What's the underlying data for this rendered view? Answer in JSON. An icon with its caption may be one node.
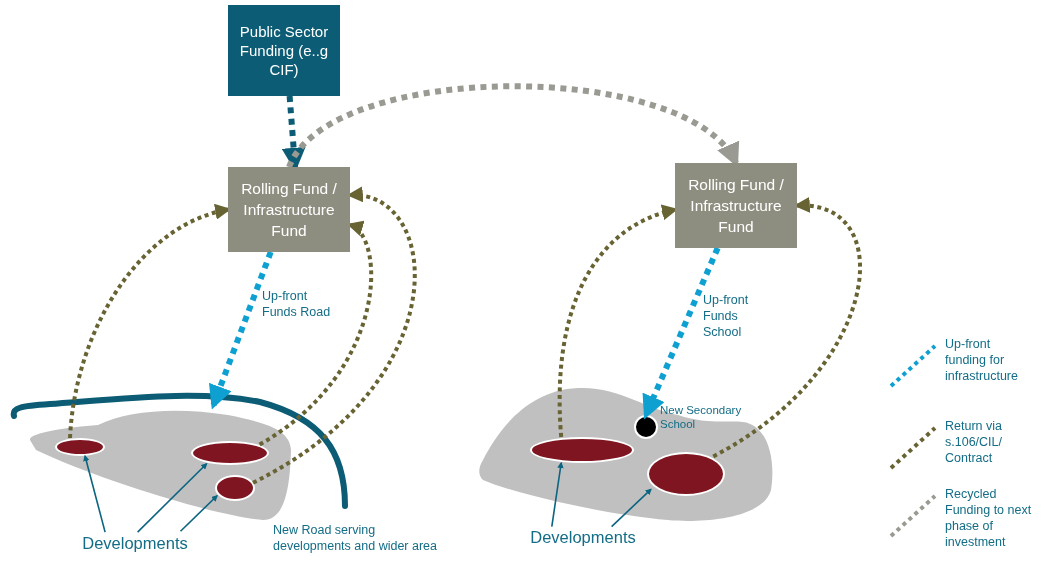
{
  "diagram": {
    "nodes": [
      {
        "text": [
          "Public Sector Funding (e..g CIF)"
        ]
      },
      {
        "text": [
          "Rolling Fund / Infrastructure Fund"
        ]
      },
      {
        "text": [
          "Rolling Fund / Infrastructure Fund"
        ]
      },
      {
        "text": [],
        "shape": "blob"
      },
      {
        "text": [],
        "shape": "ellipse",
        "in": 3
      },
      {
        "text": [],
        "shape": "ellipse",
        "in": 3
      },
      {
        "text": [],
        "shape": "ellipse",
        "in": 3
      },
      {
        "text": [
          "Developments"
        ]
      },
      {
        "text": [],
        "shape": "blob"
      },
      {
        "text": [],
        "shape": "ellipse",
        "in": 8
      },
      {
        "text": [],
        "shape": "circle",
        "in": 8,
        "beside": [
          "New Secondary School"
        ]
      },
      {
        "text": [],
        "shape": "ellipse",
        "in": 8
      },
      {
        "text": [
          "Developments"
        ]
      }
    ],
    "edges": [
      {
        "from": 0,
        "to": 1,
        "arrow": "to",
        "style": "dashed",
        "color": "#0b5c74"
      },
      {
        "from": 1,
        "to": 2,
        "arrow": "to",
        "style": "dashed",
        "color": "#9a9a92"
      },
      {
        "from": 1,
        "to": 3,
        "arrow": "to",
        "style": "dashed",
        "color": "#0fa0d2",
        "label": "Up-front Funds Road"
      },
      {
        "from": 4,
        "to": 1,
        "arrow": "to",
        "style": "dashed",
        "color": "#676333"
      },
      {
        "from": 5,
        "to": 1,
        "arrow": "to",
        "style": "dashed",
        "color": "#676333"
      },
      {
        "from": 6,
        "to": 1,
        "arrow": "to",
        "style": "dashed",
        "color": "#676333"
      },
      {
        "from": 2,
        "to": 10,
        "arrow": "to",
        "style": "dashed",
        "color": "#0fa0d2",
        "label": "Up-front Funds School"
      },
      {
        "from": 9,
        "to": 2,
        "arrow": "to",
        "style": "dashed",
        "color": "#676333"
      },
      {
        "from": 11,
        "to": 2,
        "arrow": "to",
        "style": "dashed",
        "color": "#676333"
      },
      {
        "from": 7,
        "to": 4,
        "arrow": "to",
        "color": "#0b6480"
      },
      {
        "from": 7,
        "to": 5,
        "arrow": "to",
        "color": "#0b6480"
      },
      {
        "from": 7,
        "to": 6,
        "arrow": "to",
        "color": "#0b6480"
      },
      {
        "from": 12,
        "to": 9,
        "arrow": "to",
        "color": "#0b6480"
      },
      {
        "from": 12,
        "to": 11,
        "arrow": "to",
        "color": "#0b6480"
      }
    ],
    "labels": [
      "New Road serving developments and wider area"
    ],
    "legend": [
      {
        "text": "Up-front funding for infrastructure"
      },
      {
        "text": "Return via s.106/CIL/ Contract"
      },
      {
        "text": "Recycled Funding to next phase of investment"
      }
    ]
  }
}
